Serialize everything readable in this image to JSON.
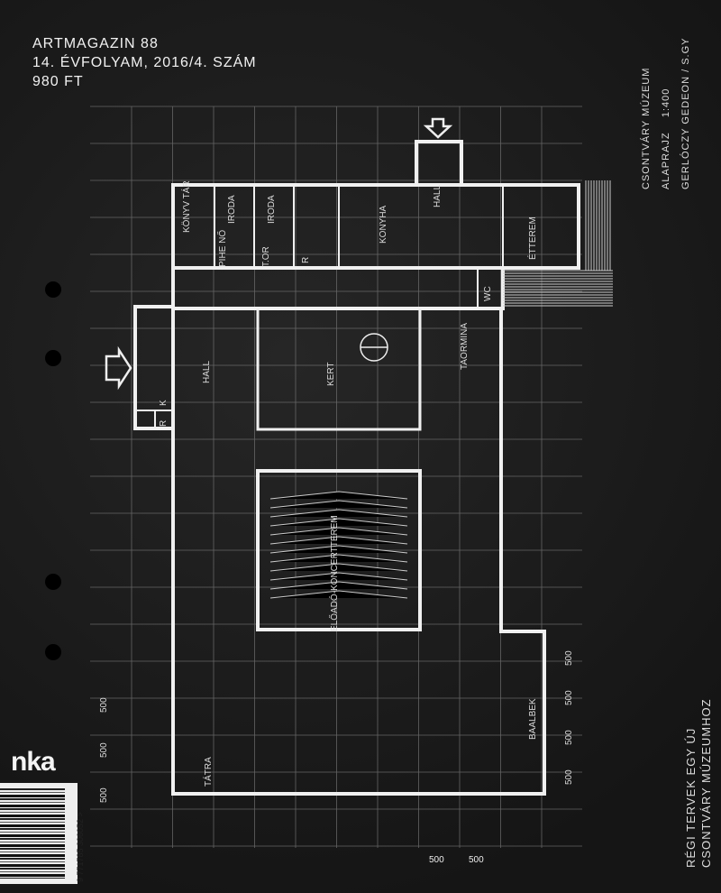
{
  "cover": {
    "magazine": "ARTMAGAZIN 88",
    "issue": "14. ÉVFOLYAM, 2016/4. SZÁM",
    "price": "980 FT"
  },
  "plan_caption": {
    "line1": "CSONTVÁRY MÚZEUM",
    "line2": "ALAPRAJZ    1:400",
    "line3": "GERLÓCZY GEDEON / S.GY"
  },
  "rooms": {
    "konyvtar": "KÖNYV TÁR",
    "iroda1": "IRODA",
    "iroda2": "IRODA",
    "pihено": "PIHE NŐ",
    "tor": "T.OR",
    "r_top": "R",
    "konyha": "KONYHA",
    "hall_top": "HALL",
    "etterem": "ÉTTEREM",
    "wc": "WC",
    "taormina": "TAORMINA",
    "kert": "KERT",
    "hall_left": "HALL",
    "r_left": "R",
    "k_left": "K",
    "koncertterem": "ELŐADÓ-KONCERTTEREM",
    "baalbek": "BAALBEK",
    "tatra": "TÁTRA"
  },
  "dimensions": {
    "unit": "500"
  },
  "headline": {
    "line1": "RÉGI TERVEK EGY ÚJ",
    "line2": "CSONTVÁRY MÚZEUMHOZ"
  },
  "publisher_logo": "nka",
  "barcode": "9 771785 306052 >"
}
